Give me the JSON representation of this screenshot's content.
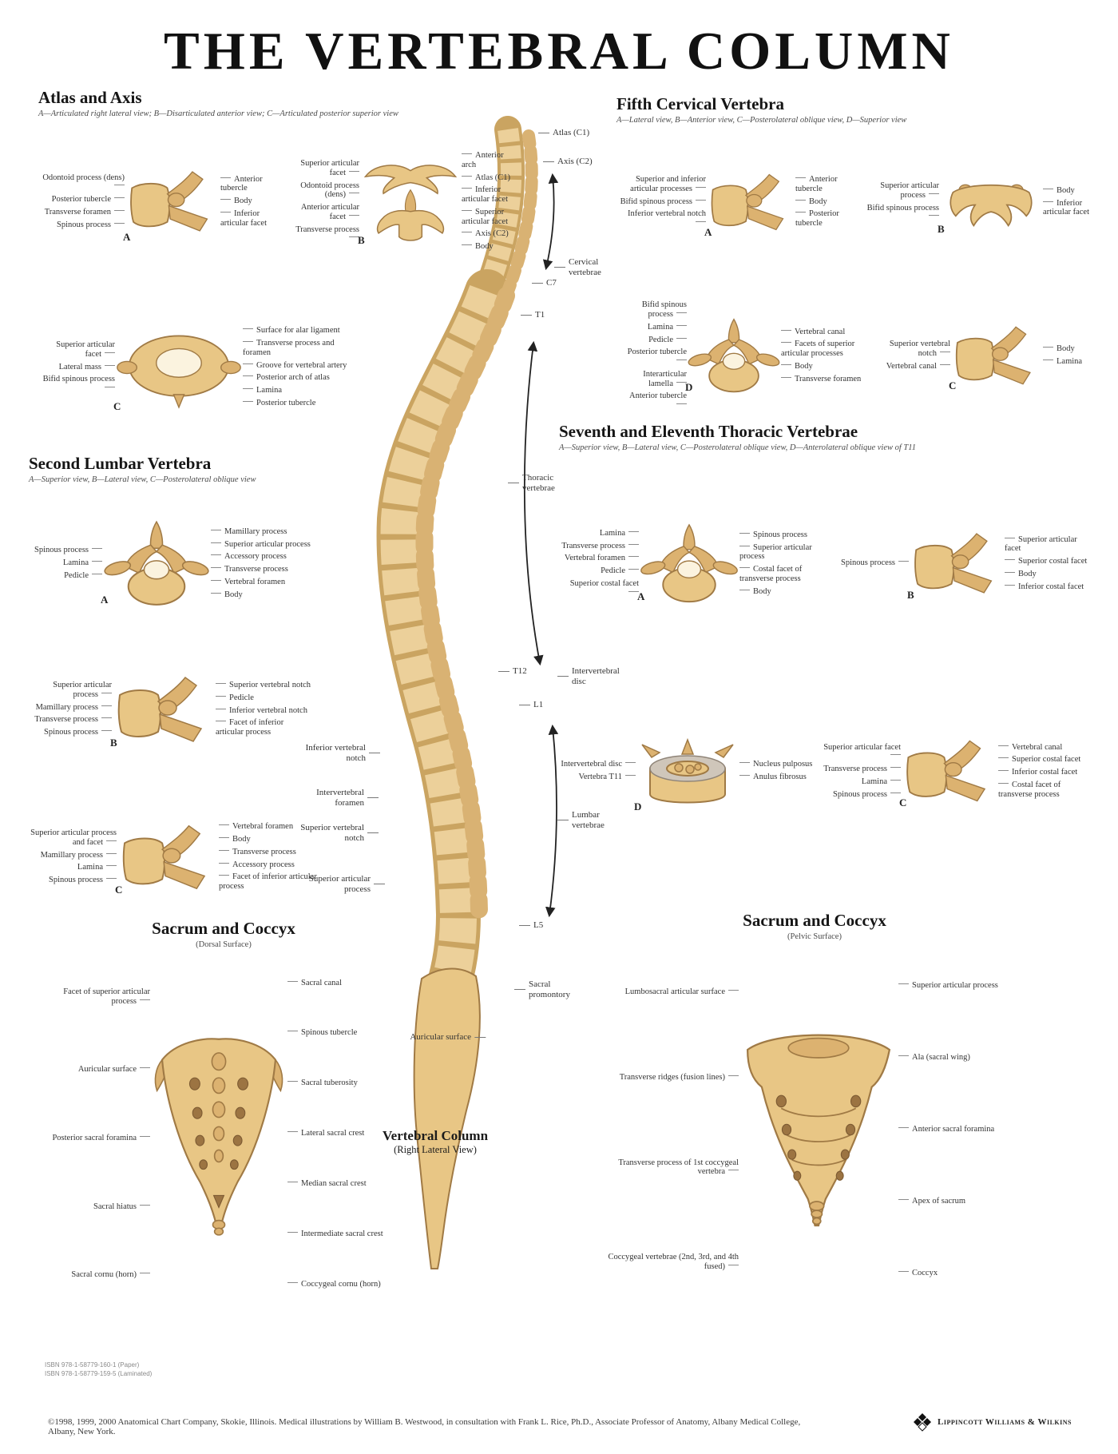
{
  "title": "THE VERTEBRAL COLUMN",
  "colors": {
    "bone": "#e8c685",
    "bone_dark": "#a07a45",
    "bone_mid": "#dcb270",
    "foramen": "#fbf3df",
    "ink": "#1b1b1b",
    "label_text": "#333333"
  },
  "sections": {
    "atlas_axis": {
      "heading": "Atlas and Axis",
      "subtitle": "A—Articulated right lateral view; B—Disarticulated anterior view; C—Articulated posterior superior view",
      "view_a": {
        "letter": "A",
        "left": [
          "Odontoid process (dens)",
          "Posterior tubercle",
          "Transverse foramen",
          "Spinous process"
        ],
        "right": [
          "Anterior tubercle",
          "Body",
          "Inferior articular facet"
        ]
      },
      "view_b": {
        "letter": "B",
        "left": [
          "Superior articular facet",
          "Odontoid process (dens)",
          "Anterior articular facet",
          "Transverse process"
        ],
        "right": [
          "Anterior arch",
          "Atlas (C1)",
          "Inferior articular facet",
          "Superior articular facet",
          "Axis (C2)",
          "Body"
        ]
      },
      "view_c": {
        "letter": "C",
        "left": [
          "Superior articular facet",
          "Lateral mass",
          "Bifid spinous process"
        ],
        "right": [
          "Surface for alar ligament",
          "Transverse process and foramen",
          "Groove for vertebral artery",
          "Posterior arch of atlas",
          "Lamina",
          "Posterior tubercle"
        ]
      }
    },
    "fifth_cervical": {
      "heading": "Fifth Cervical Vertebra",
      "subtitle": "A—Lateral view, B—Anterior view, C—Posterolateral oblique view, D—Superior view",
      "view_a": {
        "letter": "A",
        "left": [
          "Superior and inferior articular processes",
          "Bifid spinous process",
          "Inferior vertebral notch"
        ],
        "right": [
          "Anterior tubercle",
          "Body",
          "Posterior tubercle"
        ]
      },
      "view_b": {
        "letter": "B",
        "left": [
          "Superior articular process",
          "Bifid spinous process"
        ],
        "right": [
          "Body",
          "Inferior articular facet"
        ]
      },
      "view_d": {
        "letter": "D",
        "left": [
          "Bifid spinous process",
          "Lamina",
          "Pedicle",
          "Posterior tubercle",
          "Interarticular lamella",
          "Anterior tubercle"
        ],
        "right": [
          "Vertebral canal",
          "Facets of superior articular processes",
          "Body",
          "Transverse foramen"
        ]
      },
      "view_c": {
        "letter": "C",
        "left": [
          "Superior vertebral notch",
          "Vertebral canal"
        ],
        "right": [
          "Body",
          "Lamina"
        ]
      }
    },
    "second_lumbar": {
      "heading": "Second Lumbar Vertebra",
      "subtitle": "A—Superior view, B—Lateral view, C—Posterolateral oblique view",
      "view_a": {
        "letter": "A",
        "left": [
          "Spinous process",
          "Lamina",
          "Pedicle"
        ],
        "right": [
          "Mamillary process",
          "Superior articular process",
          "Accessory process",
          "Transverse process",
          "Vertebral foramen",
          "Body"
        ]
      },
      "view_b": {
        "letter": "B",
        "left": [
          "Superior articular process",
          "Mamillary process",
          "Transverse process",
          "Spinous process"
        ],
        "right": [
          "Superior vertebral notch",
          "Pedicle",
          "Inferior vertebral notch",
          "Facet of inferior articular process"
        ]
      },
      "view_c": {
        "letter": "C",
        "left": [
          "Superior articular process and facet",
          "Mamillary process",
          "Lamina",
          "Spinous process"
        ],
        "right": [
          "Vertebral foramen",
          "Body",
          "Transverse process",
          "Accessory process",
          "Facet of inferior articular process"
        ]
      }
    },
    "thoracic": {
      "heading": "Seventh and Eleventh Thoracic Vertebrae",
      "subtitle": "A—Superior view, B—Lateral view, C—Posterolateral oblique view, D—Anterolateral oblique view of T11",
      "view_a": {
        "letter": "A",
        "left": [
          "Lamina",
          "Transverse process",
          "Vertebral foramen",
          "Pedicle",
          "Superior costal facet"
        ],
        "right": [
          "Spinous process",
          "Superior articular process",
          "Costal facet of transverse process",
          "Body"
        ]
      },
      "view_b": {
        "letter": "B",
        "left": [
          "Spinous process"
        ],
        "right": [
          "Superior articular facet",
          "Superior costal facet",
          "Body",
          "Inferior costal facet"
        ]
      },
      "view_d": {
        "letter": "D",
        "left": [
          "Intervertebral disc",
          "Vertebra T11"
        ],
        "right": [
          "Nucleus pulposus",
          "Anulus fibrosus"
        ]
      },
      "view_c": {
        "letter": "C",
        "left": [
          "Superior articular facet",
          "Transverse process",
          "Lamina",
          "Spinous process"
        ],
        "right": [
          "Vertebral canal",
          "Superior costal facet",
          "Inferior costal facet",
          "Costal facet of transverse process"
        ]
      }
    },
    "sacrum_dorsal": {
      "heading": "Sacrum and Coccyx",
      "subheading": "(Dorsal Surface)",
      "left": [
        "Facet of superior articular process",
        "Auricular surface",
        "Posterior sacral foramina",
        "Sacral hiatus",
        "Sacral cornu (horn)"
      ],
      "right": [
        "Sacral canal",
        "Spinous tubercle",
        "Sacral tuberosity",
        "Lateral sacral crest",
        "Median sacral crest",
        "Intermediate sacral crest",
        "Coccygeal cornu (horn)"
      ]
    },
    "sacrum_pelvic": {
      "heading": "Sacrum and Coccyx",
      "subheading": "(Pelvic Surface)",
      "left": [
        "Lumbosacral articular surface",
        "Transverse ridges (fusion lines)",
        "Transverse process of 1st coccygeal vertebra",
        "Coccygeal vertebrae (2nd, 3rd, and 4th fused)"
      ],
      "right": [
        "Superior articular process",
        "Ala (sacral wing)",
        "Anterior sacral foramina",
        "Apex of sacrum",
        "Coccyx"
      ]
    }
  },
  "spine": {
    "caption_line1": "Vertebral Column",
    "caption_line2": "(Right Lateral View)",
    "labels_right": [
      "Atlas (C1)",
      "Axis (C2)",
      "Cervical vertebrae",
      "C7",
      "T1",
      "Thoracic vertebrae",
      "T12",
      "L1",
      "Intervertebral disc",
      "Lumbar vertebrae",
      "L5",
      "Sacral promontory"
    ],
    "labels_left": [
      "Inferior vertebral notch",
      "Intervertebral foramen",
      "Superior vertebral notch",
      "Superior articular process",
      "Auricular surface"
    ]
  },
  "footer": {
    "copyright": "©1998, 1999, 2000 Anatomical Chart Company, Skokie, Illinois. Medical illustrations by William B. Westwood, in consultation with Frank L. Rice, Ph.D., Associate Professor of Anatomy, Albany Medical College, Albany, New York.",
    "publisher": "Lippincott Williams & Wilkins",
    "isbn_line1": "ISBN 978-1-58779-160-1 (Paper)",
    "isbn_line2": "ISBN 978-1-58779-159-5 (Laminated)"
  }
}
